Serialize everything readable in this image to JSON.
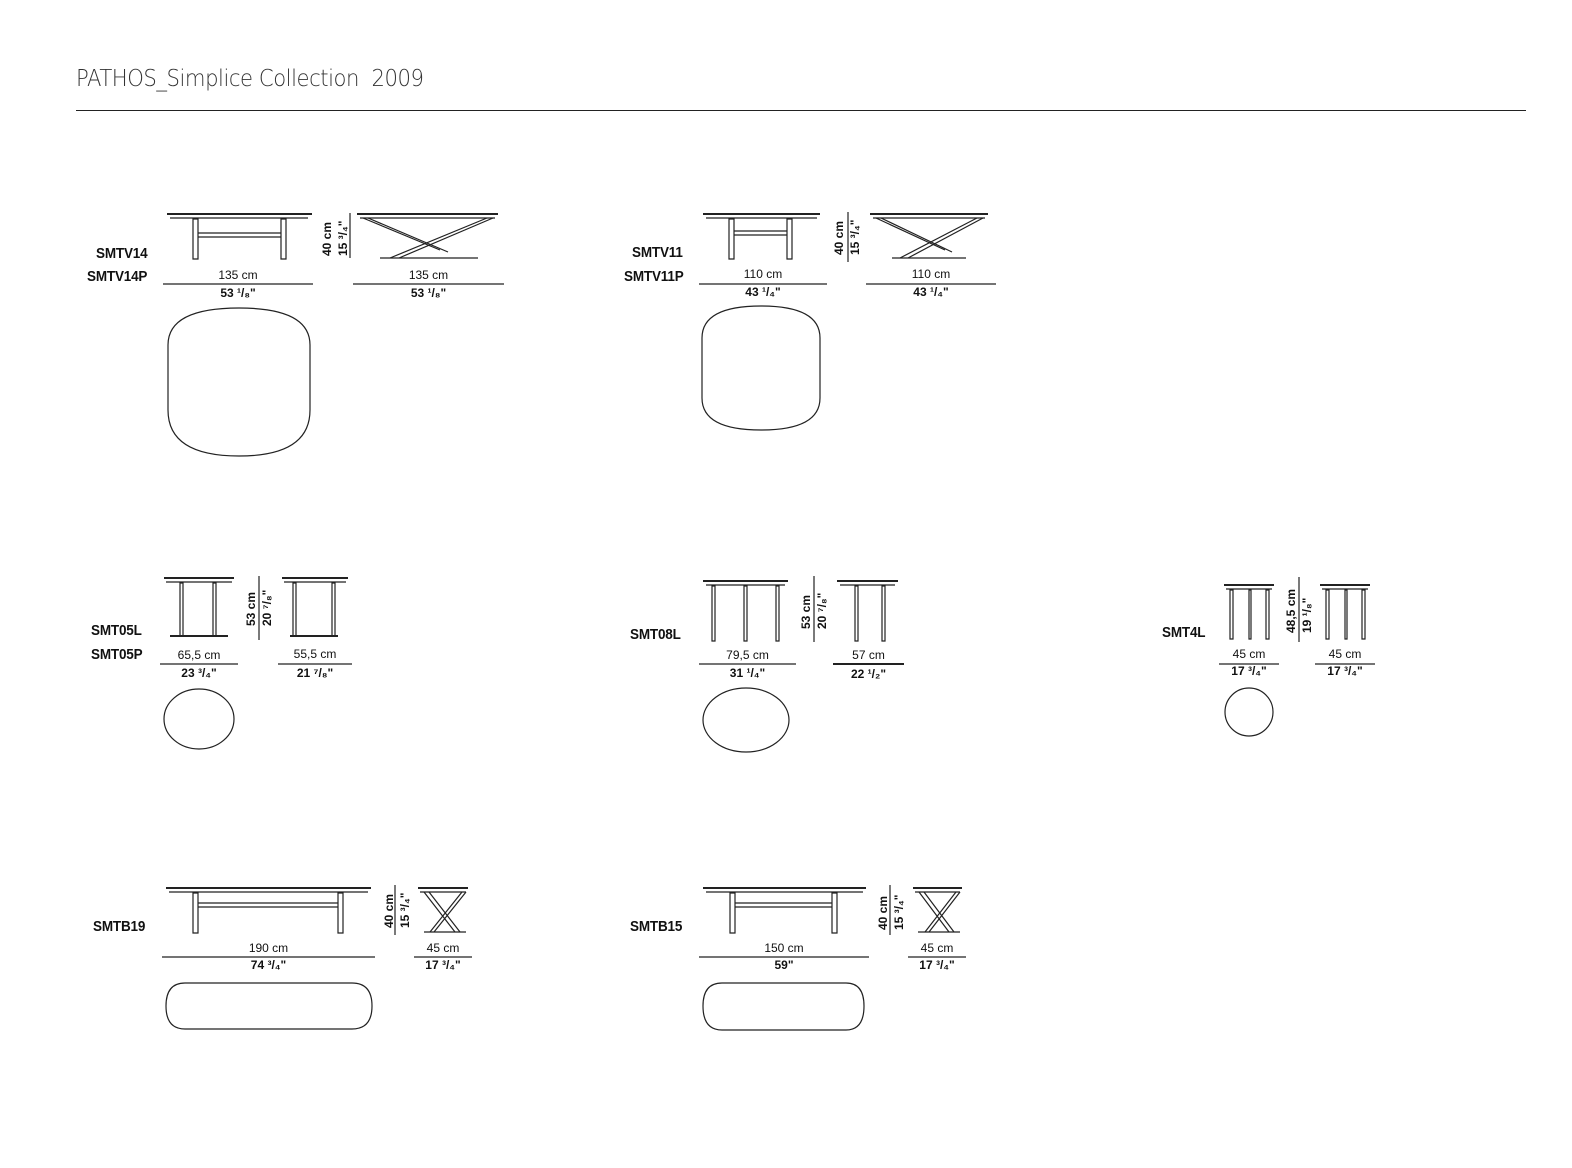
{
  "document": {
    "title": "PATHOS_Simplice Collection  2009"
  },
  "products": {
    "smtv14": {
      "codes": [
        "SMTV14",
        "SMTV14P"
      ],
      "height_cm": "40 cm",
      "height_in": "15 ³/₄\"",
      "front_width_cm": "135 cm",
      "front_width_in": "53 ¹/₈\"",
      "side_width_cm": "135 cm",
      "side_width_in": "53 ¹/₈\""
    },
    "smtv11": {
      "codes": [
        "SMTV11",
        "SMTV11P"
      ],
      "height_cm": "40 cm",
      "height_in": "15 ³/₄\"",
      "front_width_cm": "110 cm",
      "front_width_in": "43 ¹/₄\"",
      "side_width_cm": "110 cm",
      "side_width_in": "43 ¹/₄\""
    },
    "smt05l": {
      "codes": [
        "SMT05L",
        "SMT05P"
      ],
      "height_cm": "53 cm",
      "height_in": "20 ⁷/₈\"",
      "front_width_cm": "65,5 cm",
      "front_width_in": "23 ³/₄\"",
      "side_width_cm": "55,5 cm",
      "side_width_in": "21 ⁷/₈\""
    },
    "smt08l": {
      "codes": [
        "SMT08L"
      ],
      "height_cm": "53 cm",
      "height_in": "20 ⁷/₈\"",
      "front_width_cm": "79,5 cm",
      "front_width_in": "31 ¹/₄\"",
      "side_width_cm": "57 cm",
      "side_width_in": "22 ¹/₂\""
    },
    "smt4l": {
      "codes": [
        "SMT4L"
      ],
      "height_cm": "48,5 cm",
      "height_in": "19 ¹/₈\"",
      "front_width_cm": "45 cm",
      "front_width_in": "17 ³/₄\"",
      "side_width_cm": "45 cm",
      "side_width_in": "17 ³/₄\""
    },
    "smtb19": {
      "codes": [
        "SMTB19"
      ],
      "height_cm": "40 cm",
      "height_in": "15 ³/₄\"",
      "front_width_cm": "190 cm",
      "front_width_in": "74 ³/₄\"",
      "side_width_cm": "45 cm",
      "side_width_in": "17 ³/₄\""
    },
    "smtb15": {
      "codes": [
        "SMTB15"
      ],
      "height_cm": "40 cm",
      "height_in": "15 ³/₄\"",
      "front_width_cm": "150 cm",
      "front_width_in": "59\"",
      "side_width_cm": "45 cm",
      "side_width_in": "17 ³/₄\""
    }
  }
}
